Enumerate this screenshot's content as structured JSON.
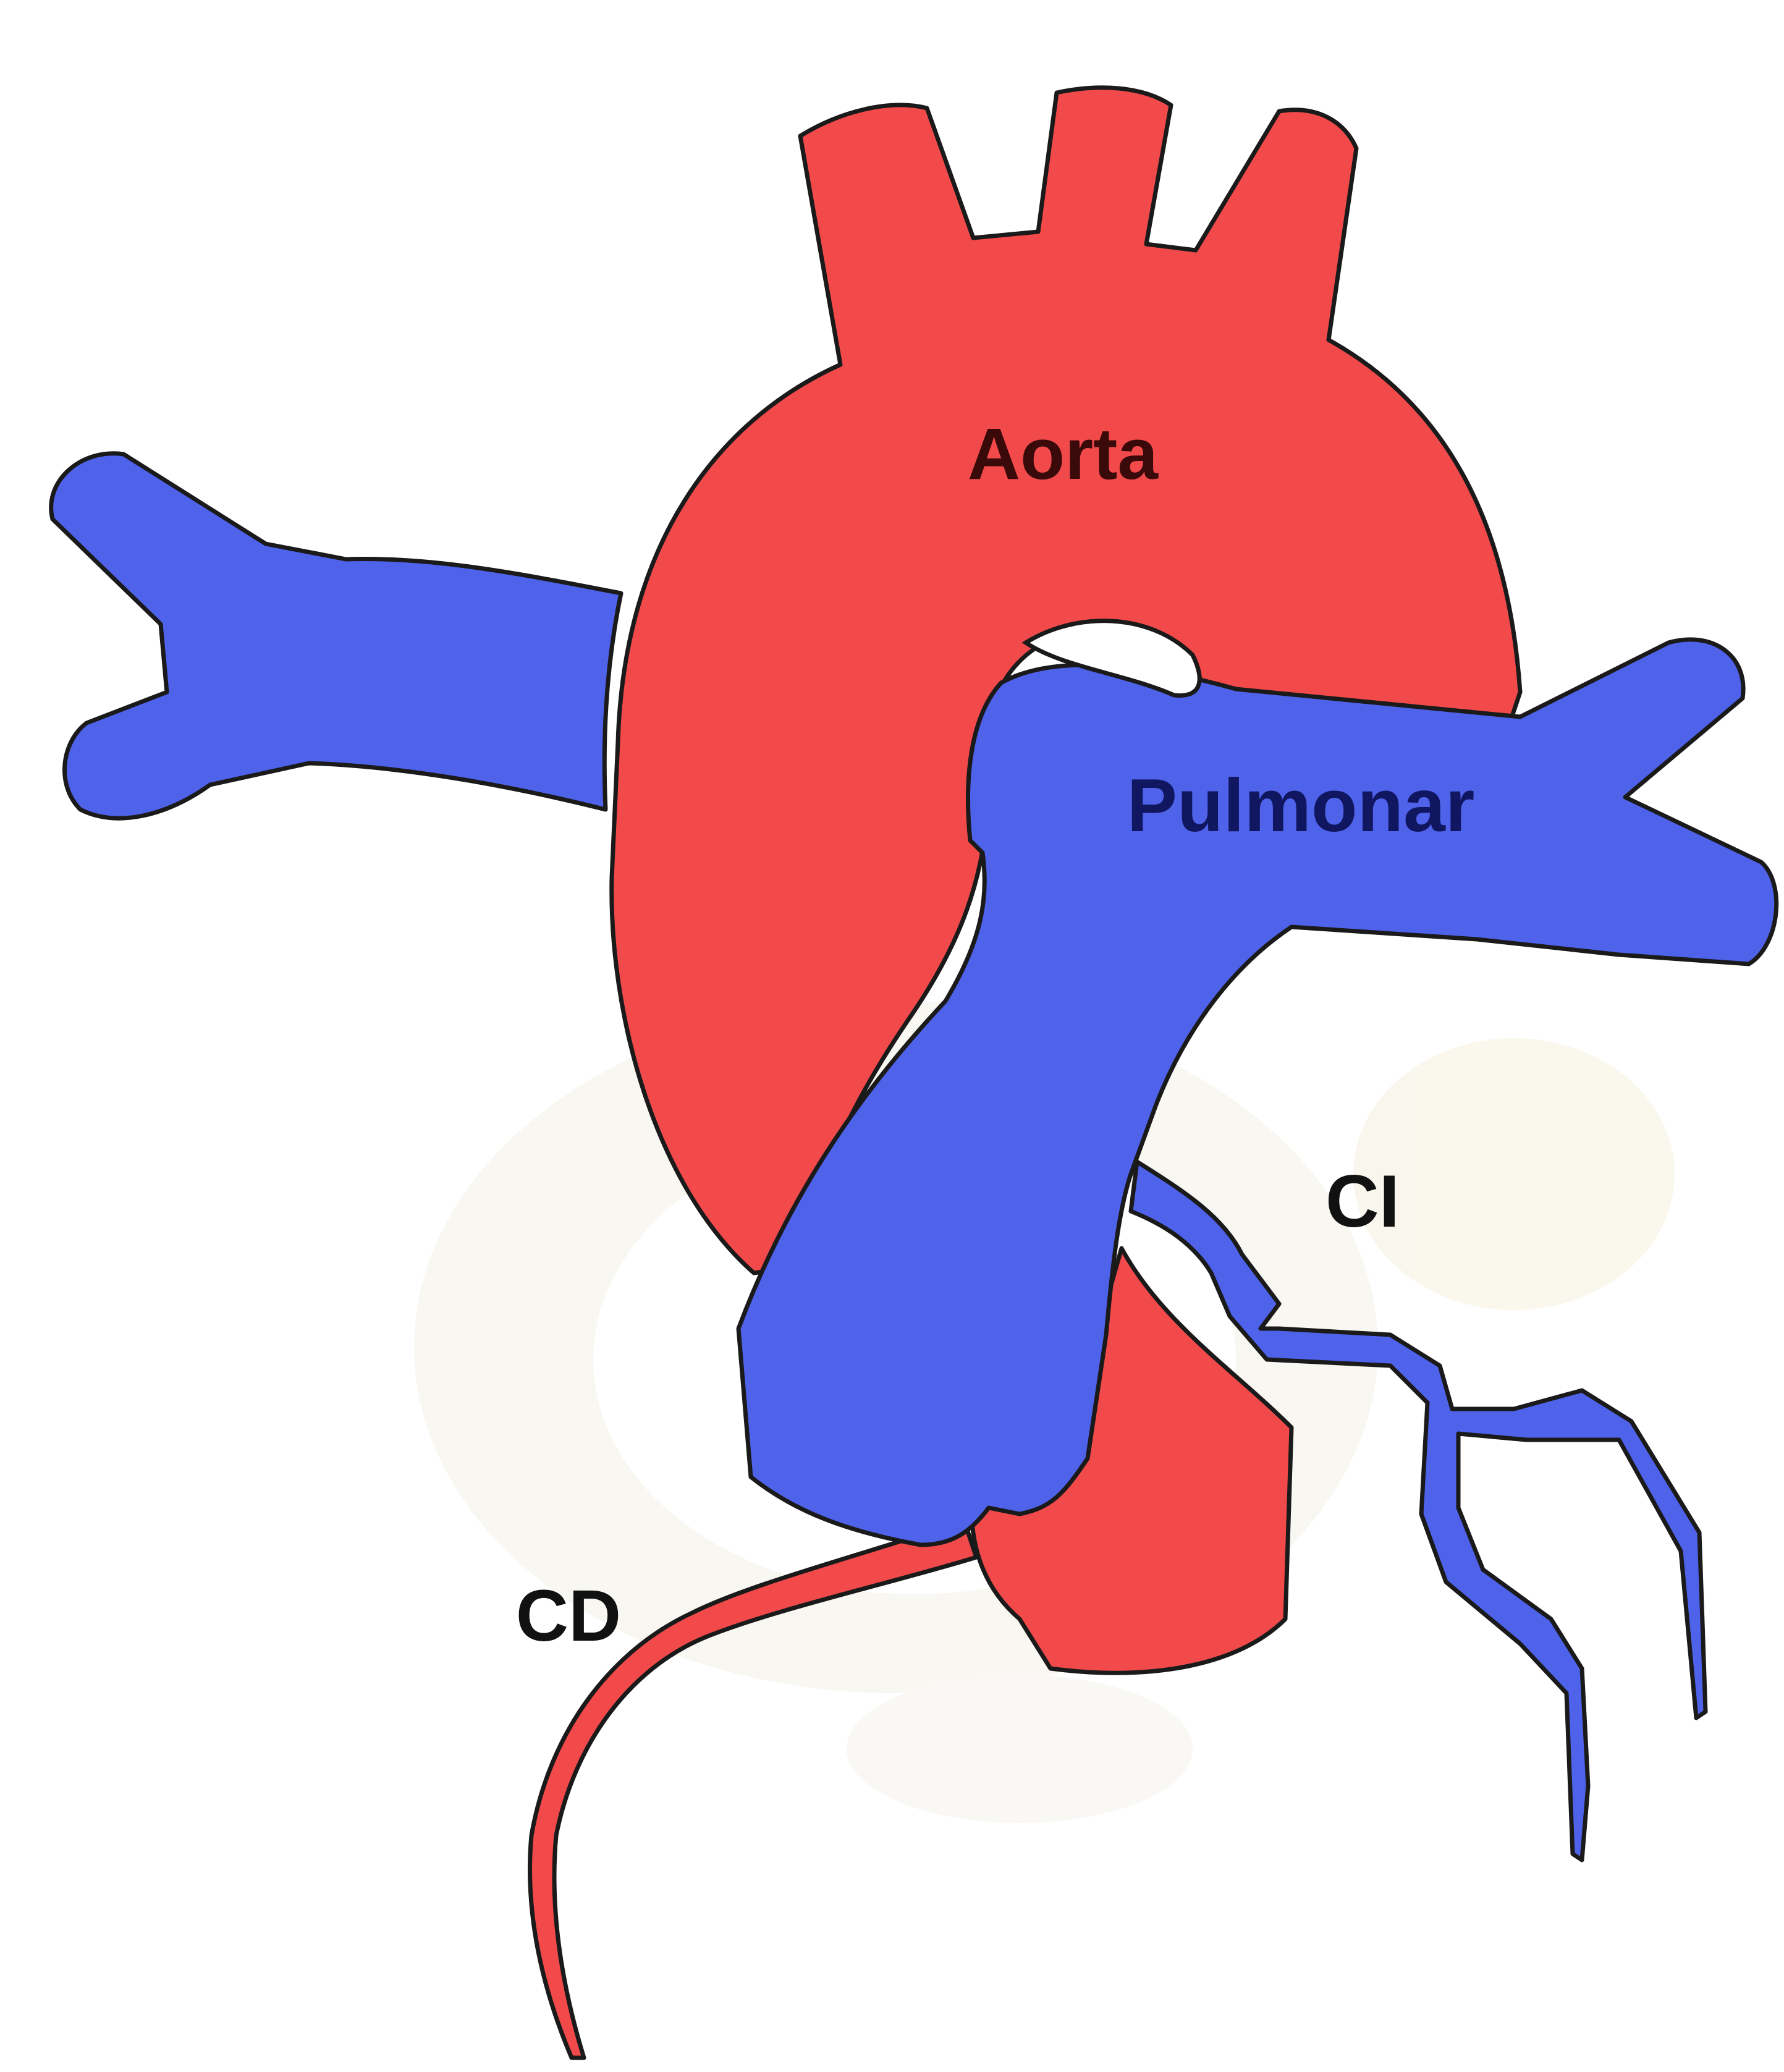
{
  "labels": {
    "aorta": "Aorta",
    "pulmonar": "Pulmonar",
    "ci": "CI",
    "cd": "CD"
  },
  "colors": {
    "aorta": "#f24a4b",
    "pulmonar": "#4f62ea",
    "outline": "#1a1a1a",
    "aorta_label": "#3a0a0a",
    "pulmonar_label": "#101660",
    "text": "#111111",
    "watermark": "#f3efe2"
  }
}
